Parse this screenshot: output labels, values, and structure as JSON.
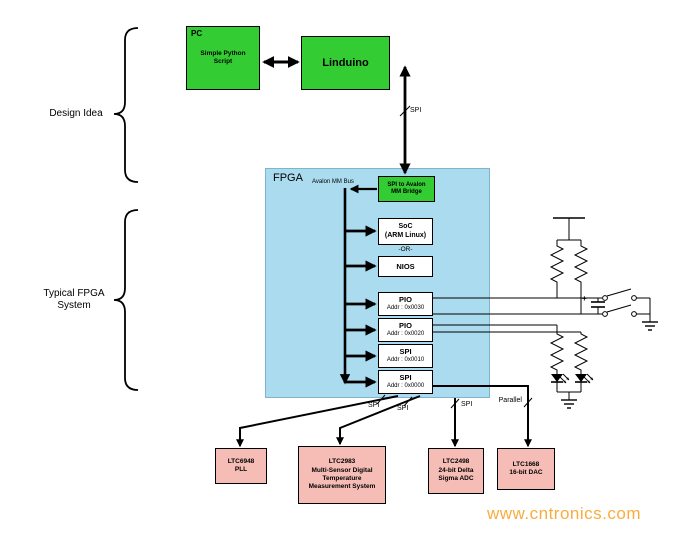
{
  "colors": {
    "box_green": "#33CC33",
    "fpga_blue": "#ABDBEF",
    "peripheral_pink": "#F5BDB5",
    "line_black": "#000000",
    "watermark_orange": "#F9AC3D"
  },
  "annotations": {
    "design_idea": "Design Idea",
    "typical_fpga_system": "Typical FPGA\nSystem"
  },
  "pc_box": {
    "title": "PC",
    "label": "Simple Python\nScript"
  },
  "linduino_box": {
    "label": "Linduino"
  },
  "fpga": {
    "title": "FPGA",
    "bus_label": "Avalon MM Bus",
    "bridge_label": "SPI to Avalon\nMM Bridge",
    "blocks": {
      "soc": "SoC\n(ARM Linux)",
      "or_label": "-OR-",
      "nios": "NIOS",
      "pio_0030": {
        "title": "PIO",
        "addr": "Addr : 0x0030"
      },
      "pio_0020": {
        "title": "PIO",
        "addr": "Addr : 0x0020"
      },
      "spi_0010": {
        "title": "SPI",
        "addr": "Addr : 0x0010"
      },
      "spi_0000": {
        "title": "SPI",
        "addr": "Addr : 0x0000"
      }
    }
  },
  "bus_labels": {
    "spi_linduino": "SPI",
    "spi_pll": "SPI",
    "spi_temp": "SPI",
    "spi_adc": "SPI",
    "parallel_dac": "Parallel"
  },
  "circuit": {
    "plus_label": "+"
  },
  "peripherals": [
    {
      "label": "LTC6948\nPLL"
    },
    {
      "label": "LTC2983\nMulti-Sensor Digital\nTemperature\nMeasurement System"
    },
    {
      "label": "LTC2498\n24-bit Delta\nSigma ADC"
    },
    {
      "label": "LTC1668\n16-bit DAC"
    }
  ],
  "watermark": "www.cntronics.com"
}
